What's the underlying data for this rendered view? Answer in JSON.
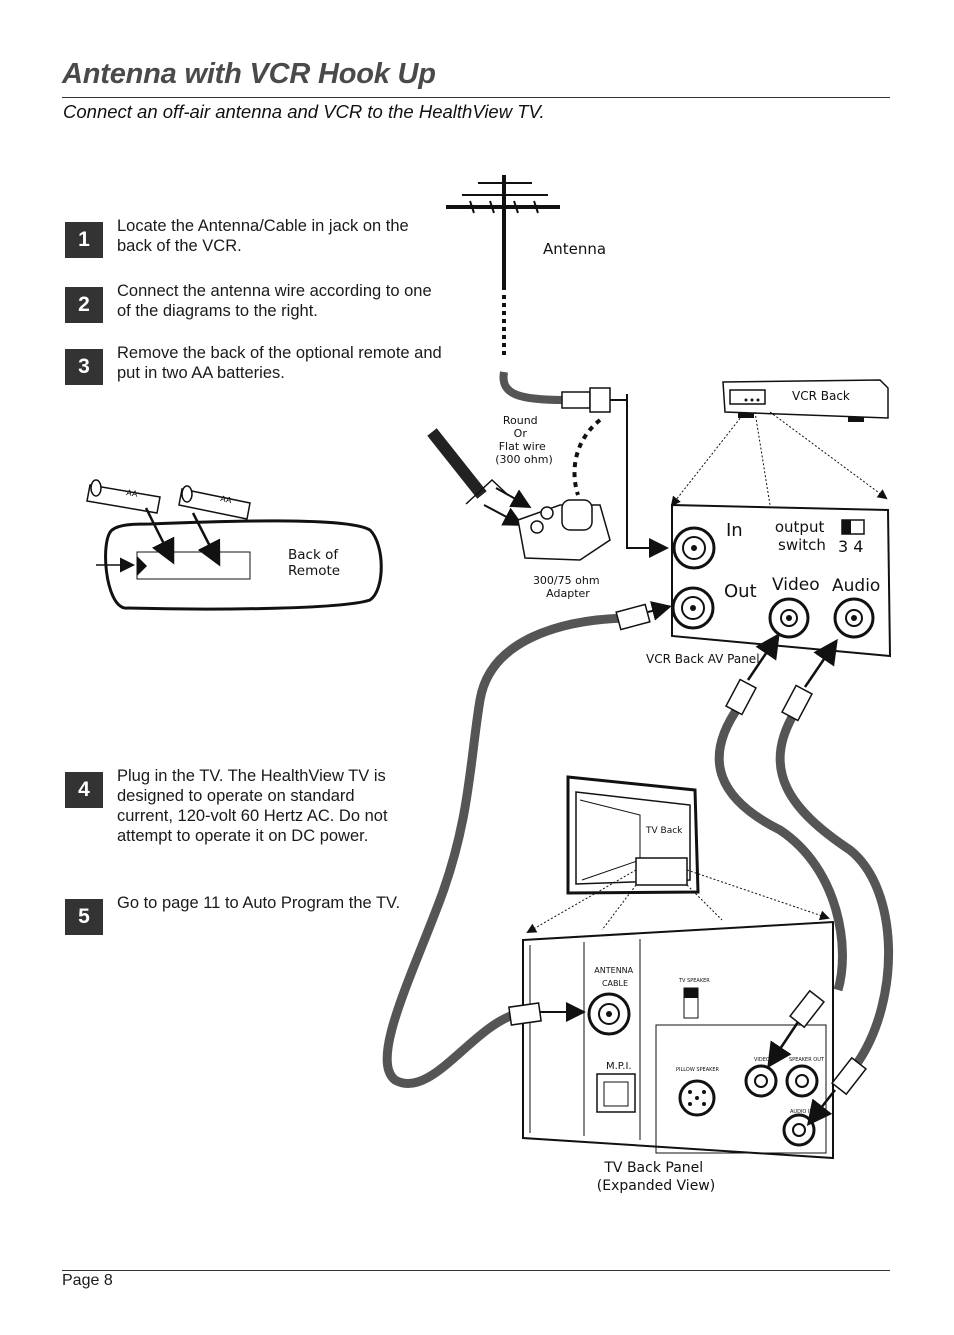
{
  "header": {
    "title": "Antenna with VCR Hook Up",
    "subtitle": "Connect an off-air antenna and VCR to the HealthView TV."
  },
  "steps": [
    {
      "number": "1",
      "text": "Locate the Antenna/Cable in jack on the back of the VCR."
    },
    {
      "number": "2",
      "text": "Connect the antenna wire according to one of the diagrams to the right."
    },
    {
      "number": "3",
      "text": "Remove the back of the optional remote and put in two AA batteries."
    },
    {
      "number": "4",
      "text": "Plug in the TV. The HealthView TV is designed to operate on standard current, 120-volt 60 Hertz AC. Do not attempt to operate it on DC power."
    },
    {
      "number": "5",
      "text": "Go to page 11 to Auto Program the TV."
    }
  ],
  "diagram": {
    "antenna": "Antenna",
    "round_wire": [
      "Round",
      "Or",
      "Flat wire",
      "(300 ohm)"
    ],
    "adapter": [
      "300/75 ohm",
      "Adapter"
    ],
    "vcr_back": "VCR Back",
    "vcr_in": "In",
    "vcr_out": "Out",
    "output_switch": [
      "output",
      "switch"
    ],
    "switch_channels": "3  4",
    "video": "Video",
    "audio": "Audio",
    "vcr_panel_caption": "VCR Back AV Panel",
    "battery_label": "AA",
    "remote_label": [
      "Back of",
      "Remote"
    ],
    "tv_back": "TV Back",
    "antenna_cable": [
      "ANTENNA",
      "CABLE"
    ],
    "tv_speaker": "TV SPEAKER",
    "mpi": "M.P.I.",
    "pillow_speaker": "PILLOW SPEAKER",
    "video_in": "VIDEO IN",
    "speaker_out": "SPEAKER OUT",
    "audio_in": "AUDIO IN",
    "tv_panel_caption": [
      "TV Back Panel",
      "(Expanded View)"
    ]
  },
  "footer": {
    "page": "Page 8"
  }
}
